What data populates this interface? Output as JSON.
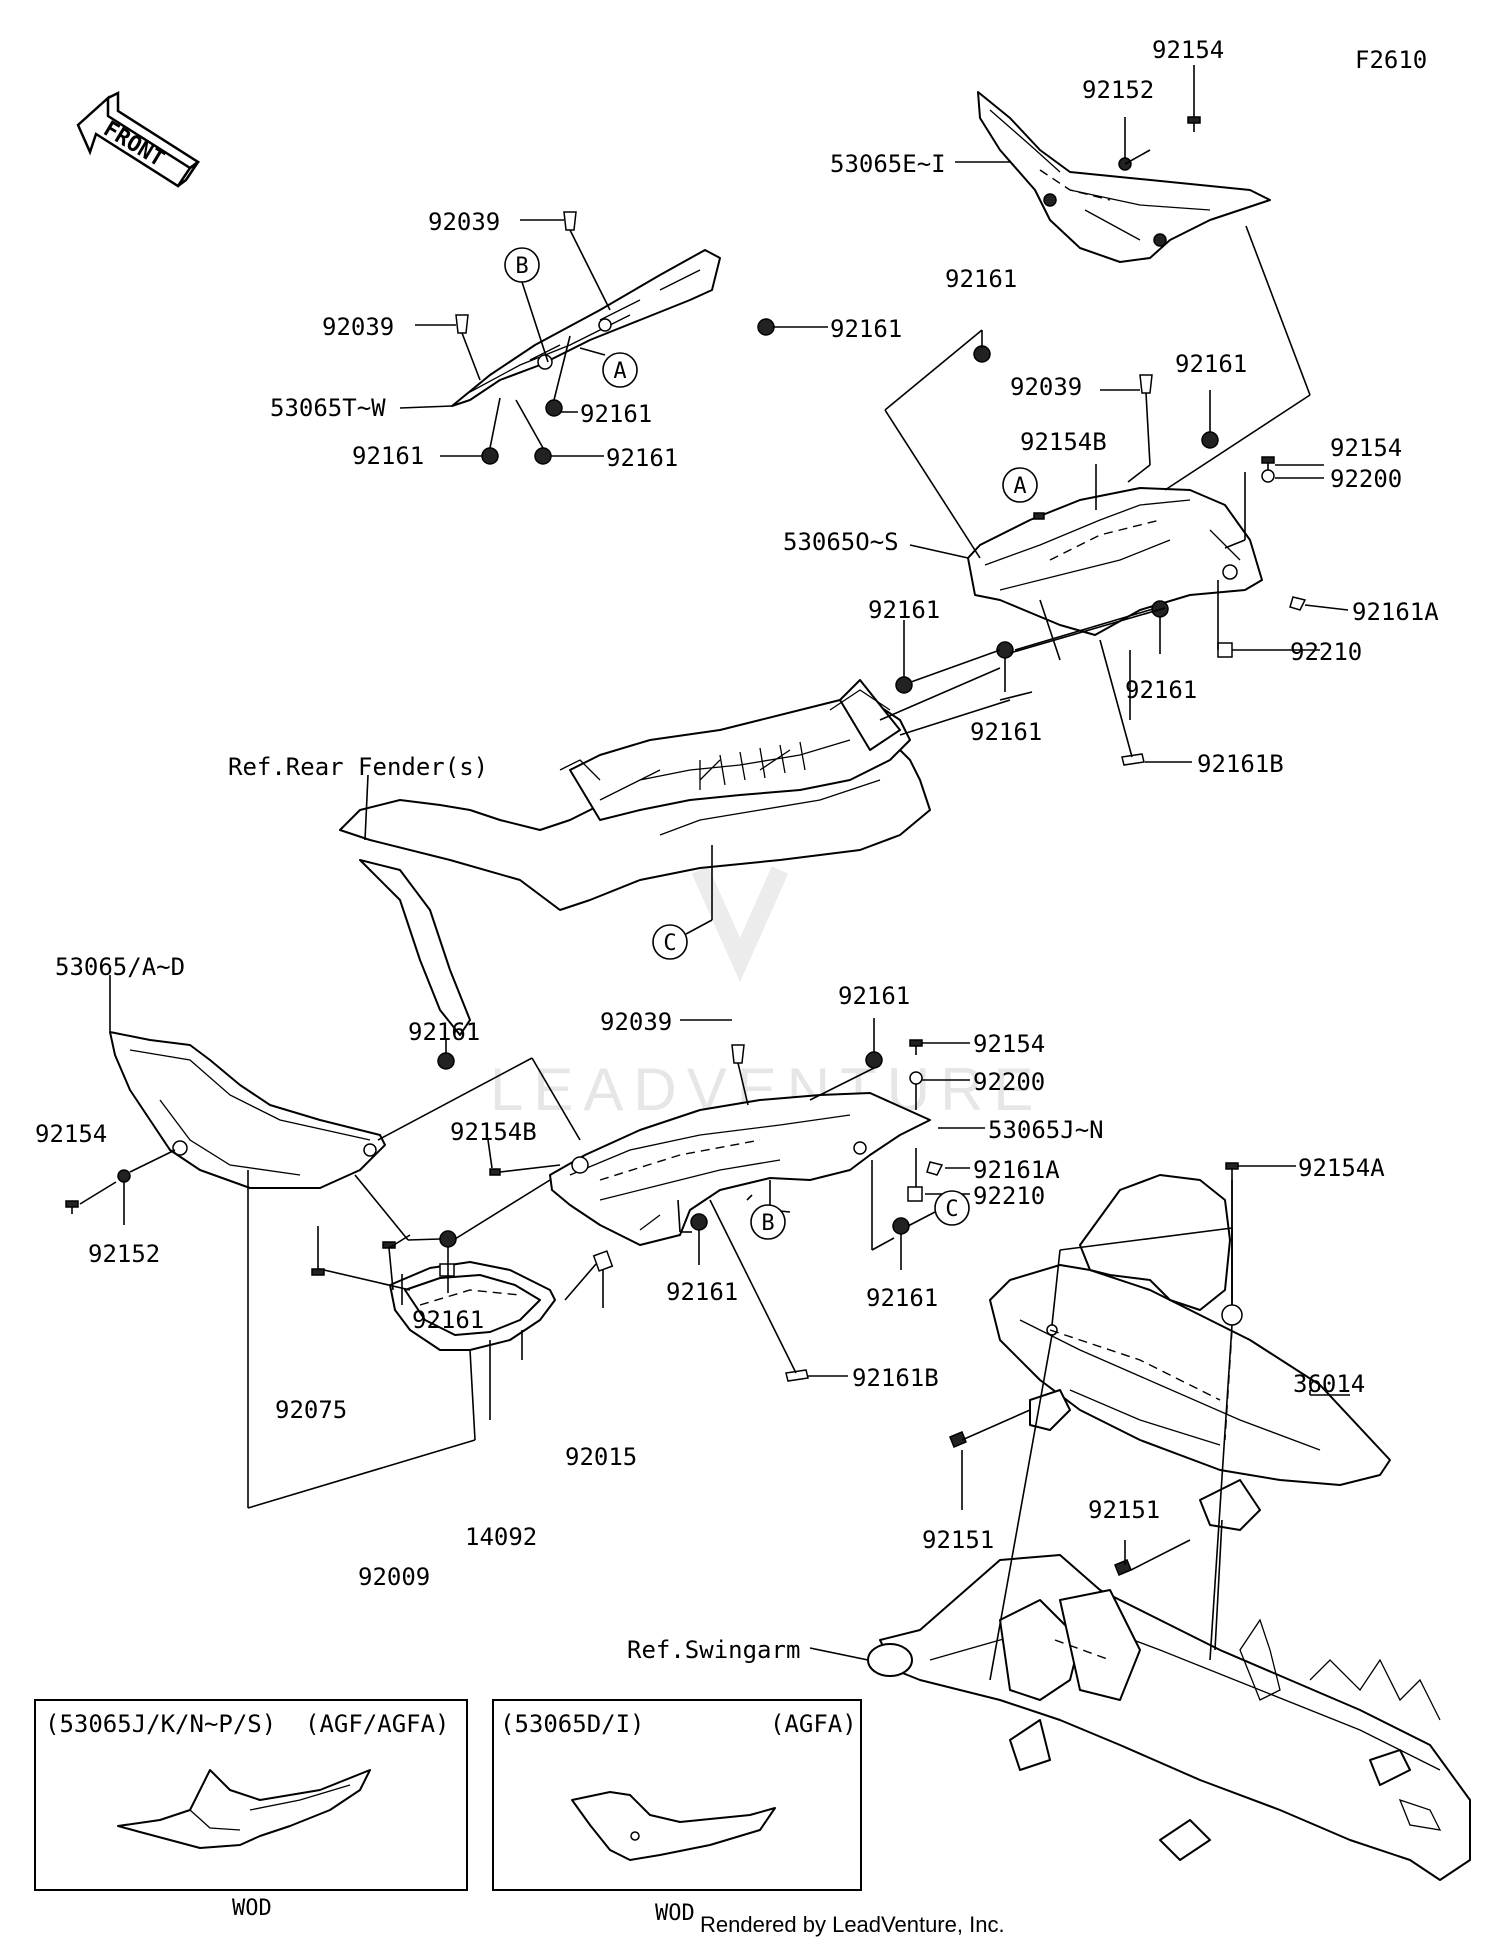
{
  "figure_code": "F2610",
  "front_label": "FRONT",
  "watermark": "LEADVENTURE",
  "credit": "Rendered by LeadVenture, Inc.",
  "callouts": [
    {
      "id": "c1",
      "text": "92154"
    },
    {
      "id": "c2",
      "text": "92152"
    },
    {
      "id": "c3",
      "text": "53065E~I"
    },
    {
      "id": "c4",
      "text": "92039"
    },
    {
      "id": "c5",
      "text": "92039"
    },
    {
      "id": "c6",
      "text": "92161"
    },
    {
      "id": "c7",
      "text": "53065T~W"
    },
    {
      "id": "c8",
      "text": "92161"
    },
    {
      "id": "c9",
      "text": "92161"
    },
    {
      "id": "c10",
      "text": "92161"
    },
    {
      "id": "c11",
      "text": "92161"
    },
    {
      "id": "c12",
      "text": "92039"
    },
    {
      "id": "c13",
      "text": "92161"
    },
    {
      "id": "c14",
      "text": "92154B"
    },
    {
      "id": "c15",
      "text": "92154"
    },
    {
      "id": "c16",
      "text": "92200"
    },
    {
      "id": "c17",
      "text": "53065O~S"
    },
    {
      "id": "c18",
      "text": "92161"
    },
    {
      "id": "c19",
      "text": "92161A"
    },
    {
      "id": "c20",
      "text": "92210"
    },
    {
      "id": "c21",
      "text": "92161"
    },
    {
      "id": "c22",
      "text": "92161"
    },
    {
      "id": "c23",
      "text": "92161B"
    },
    {
      "id": "c24",
      "text": "Ref.Rear Fender(s)"
    },
    {
      "id": "c25",
      "text": "53065/A~D"
    },
    {
      "id": "c26",
      "text": "92161"
    },
    {
      "id": "c27",
      "text": "92039"
    },
    {
      "id": "c28",
      "text": "92161"
    },
    {
      "id": "c29",
      "text": "92154"
    },
    {
      "id": "c30",
      "text": "92200"
    },
    {
      "id": "c31",
      "text": "53065J~N"
    },
    {
      "id": "c32",
      "text": "92154B"
    },
    {
      "id": "c33",
      "text": "92161A"
    },
    {
      "id": "c34",
      "text": "92154A"
    },
    {
      "id": "c35",
      "text": "92210"
    },
    {
      "id": "c36",
      "text": "92154"
    },
    {
      "id": "c37",
      "text": "92152"
    },
    {
      "id": "c38",
      "text": "92161"
    },
    {
      "id": "c39",
      "text": "92161"
    },
    {
      "id": "c40",
      "text": "92161"
    },
    {
      "id": "c41",
      "text": "92161B"
    },
    {
      "id": "c42",
      "text": "36014"
    },
    {
      "id": "c43",
      "text": "92075"
    },
    {
      "id": "c44",
      "text": "92015"
    },
    {
      "id": "c45",
      "text": "14092"
    },
    {
      "id": "c46",
      "text": "92009"
    },
    {
      "id": "c47",
      "text": "92151"
    },
    {
      "id": "c48",
      "text": "92151"
    },
    {
      "id": "c49",
      "text": "Ref.Swingarm"
    }
  ],
  "reference_markers": [
    {
      "id": "mB1",
      "text": "B"
    },
    {
      "id": "mA1",
      "text": "A"
    },
    {
      "id": "mA2",
      "text": "A"
    },
    {
      "id": "mC1",
      "text": "C"
    },
    {
      "id": "mB2",
      "text": "B"
    },
    {
      "id": "mC2",
      "text": "C"
    }
  ],
  "insets": [
    {
      "caption": "(53065J/K/N~P/S)",
      "model": "(AGF/AGFA)",
      "footer": "WOD"
    },
    {
      "caption": "(53065D/I)",
      "model": "(AGFA)",
      "footer": "WOD"
    }
  ]
}
